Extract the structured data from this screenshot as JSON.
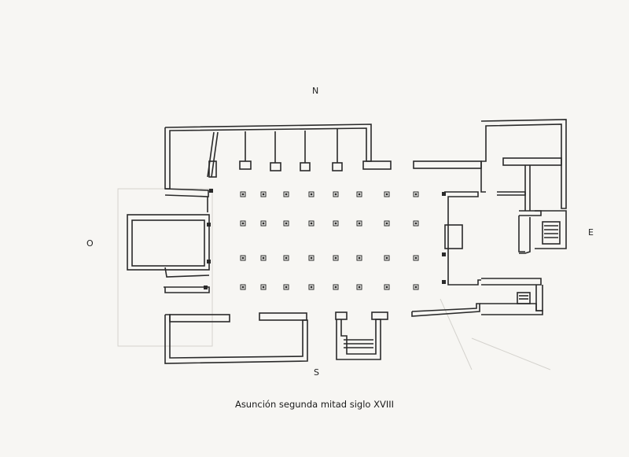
{
  "compass": {
    "north": "N",
    "south": "S",
    "east": "E",
    "west": "O"
  },
  "caption": "Asunción segunda mitad siglo XVIII",
  "colors": {
    "ink": "#2a2a2a",
    "paper": "#f7f6f3",
    "faint": "#c9c7c2"
  }
}
